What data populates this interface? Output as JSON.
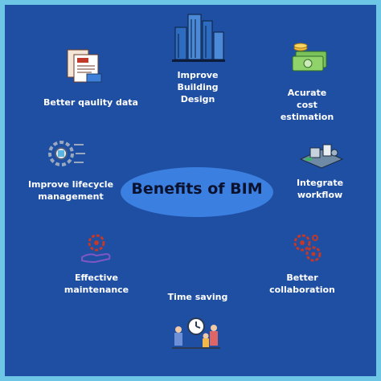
{
  "title": "Benefits of BIM",
  "benefits": [
    {
      "label": "Improve\nBuilding\nDesign",
      "icon": "buildings-icon"
    },
    {
      "label": "Acurate\ncost\nestimation",
      "icon": "money-icon"
    },
    {
      "label": "Integrate\nworkflow",
      "icon": "factory-icon"
    },
    {
      "label": "Better\ncollaboration",
      "icon": "gears-icon"
    },
    {
      "label": "Time saving",
      "icon": "team-clock-icon"
    },
    {
      "label": "Effective\nmaintenance",
      "icon": "hand-gear-icon"
    },
    {
      "label": "Improve lifecycle\nmanagement",
      "icon": "lifecycle-gear-icon"
    },
    {
      "label": "Better qaulity data",
      "icon": "documents-icon"
    }
  ],
  "colors": {
    "background": "#1f4fa3",
    "frame": "#6ec6e6",
    "center": "#3b7fe0",
    "text": "#ffffff"
  }
}
